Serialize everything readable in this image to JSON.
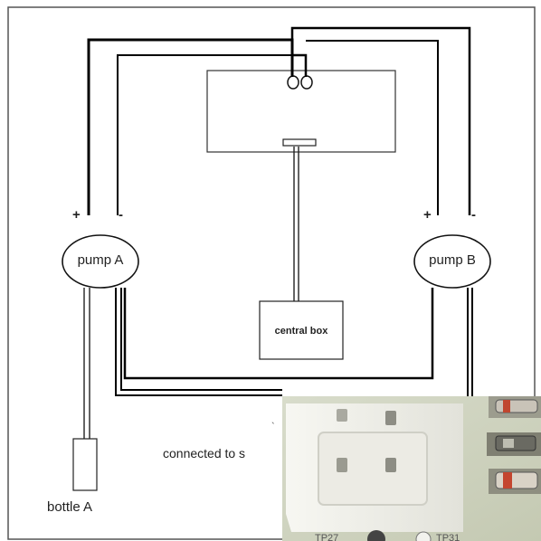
{
  "pump_a": {
    "label": "pump A",
    "plus": "+",
    "minus": "-"
  },
  "pump_b": {
    "label": "pump B",
    "plus": "+",
    "minus": "-"
  },
  "central_box": {
    "label": "central box"
  },
  "bottle_a": {
    "label": "bottle A"
  },
  "note": {
    "text": "connected to s"
  },
  "photo": {
    "silkscreen_left": "TP27",
    "silkscreen_right": "TP31"
  },
  "colors": {
    "wire": "#000000",
    "frame": "#333333",
    "photo_board": "#cfd4bf",
    "connector": "#f1f1ec"
  }
}
